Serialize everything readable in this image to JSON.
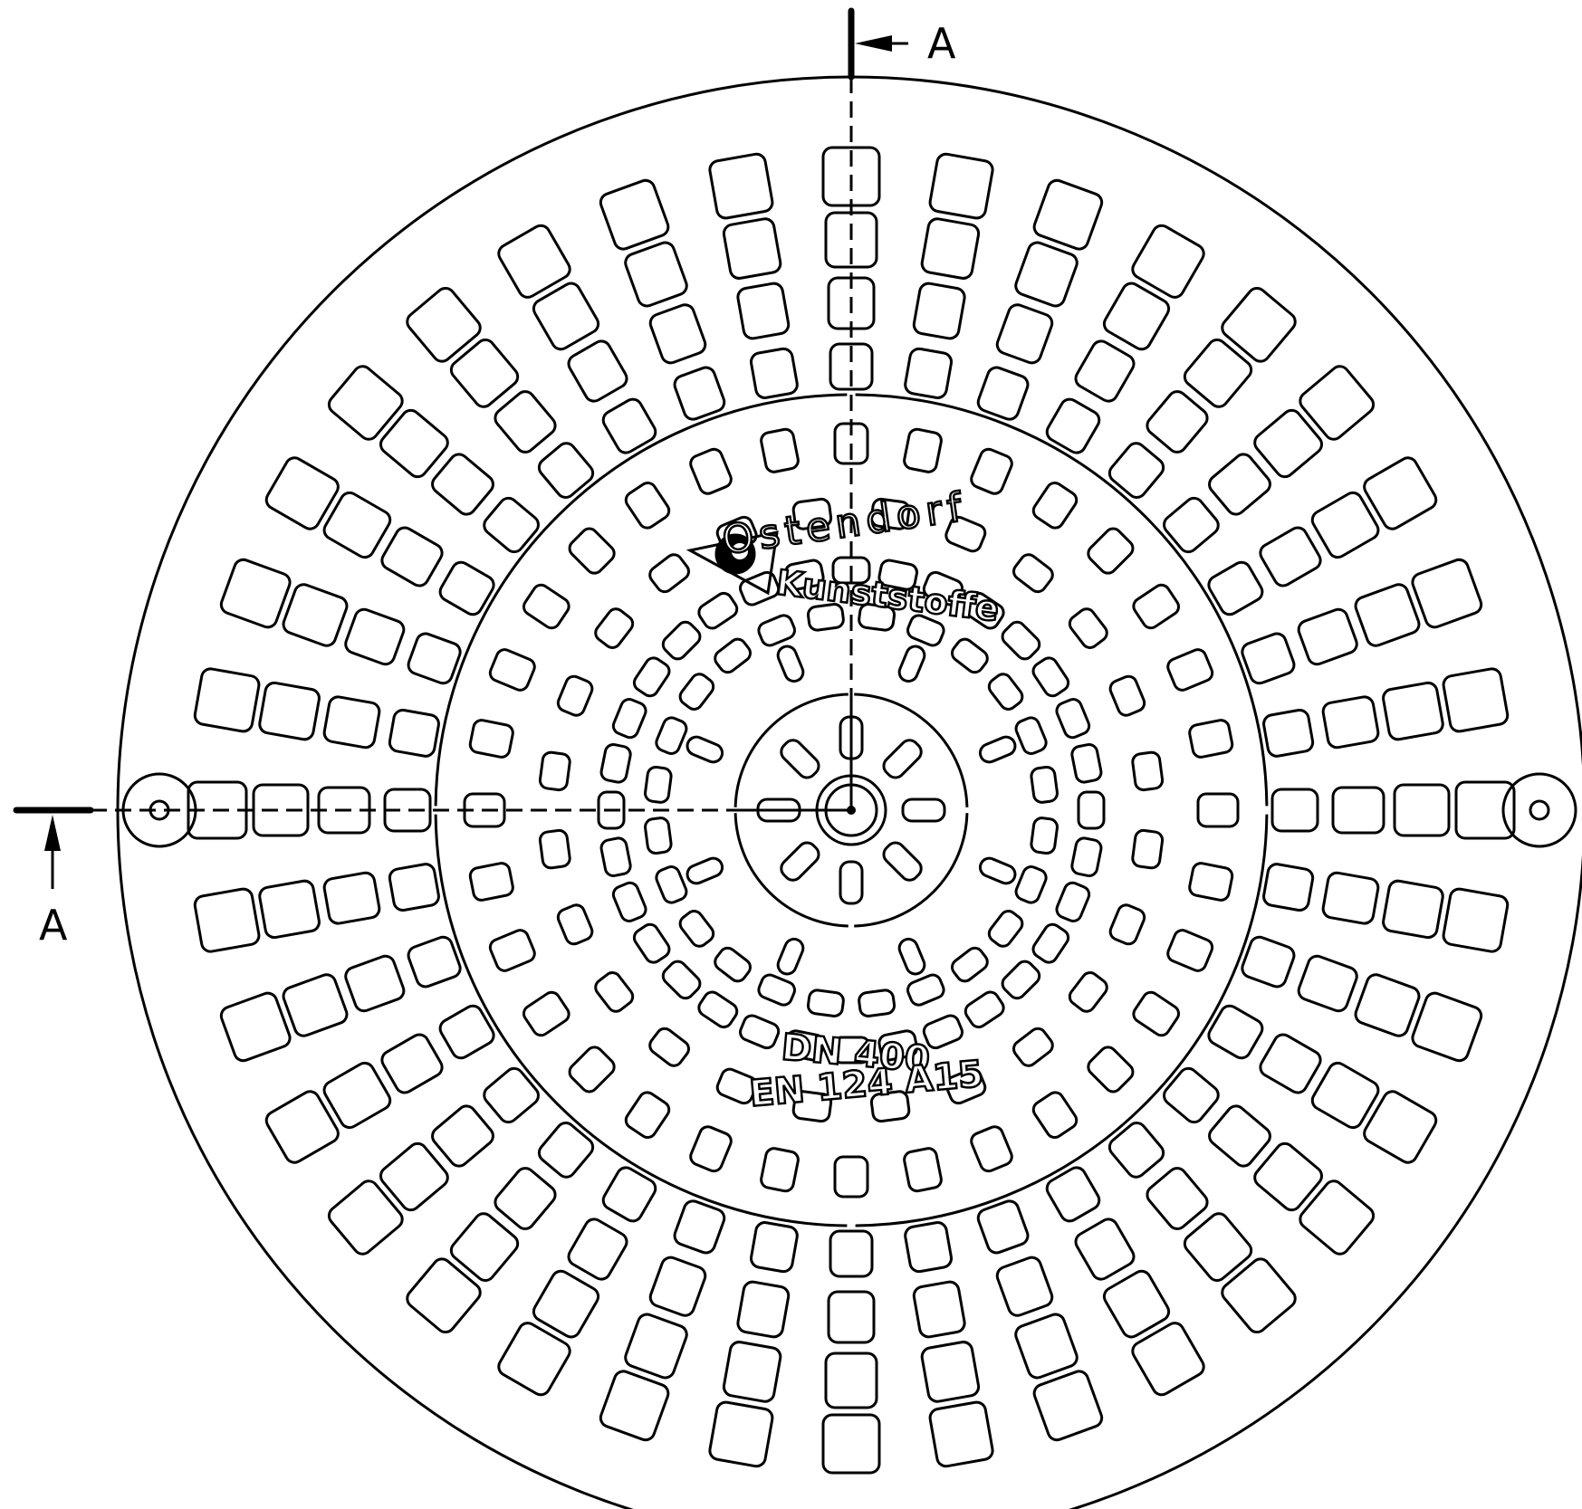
{
  "section_marker": {
    "label_top": "A",
    "label_left": "A"
  },
  "brand": {
    "line1": "Ostendorf",
    "line2": "Kunststoffe"
  },
  "specification": {
    "nominal_size": "DN 400",
    "load_class": "EN 124 A15"
  },
  "colors": {
    "line": "#000000",
    "background": "#ffffff"
  }
}
